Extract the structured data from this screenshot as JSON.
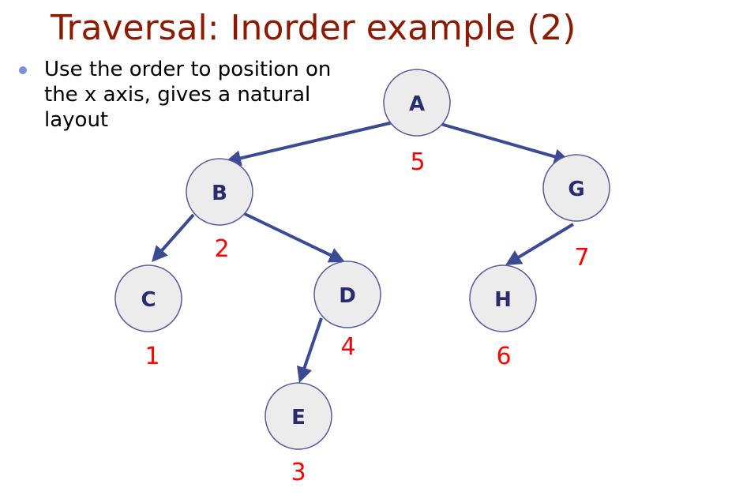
{
  "title": "Traversal: Inorder example (2)",
  "bullet": "Use the order to position on the x axis, gives a natural layout",
  "colors": {
    "title": "#8b1a00",
    "bullet_dot": "#7f8fe0",
    "edge": "#3c4a94",
    "order": "#ff0000",
    "node_fill": "#ececec",
    "node_label": "#2b2b6e"
  },
  "nodes": [
    {
      "id": "A",
      "label": "A",
      "order": "5"
    },
    {
      "id": "B",
      "label": "B",
      "order": "2"
    },
    {
      "id": "G",
      "label": "G",
      "order": "7"
    },
    {
      "id": "C",
      "label": "C",
      "order": "1"
    },
    {
      "id": "D",
      "label": "D",
      "order": "4"
    },
    {
      "id": "H",
      "label": "H",
      "order": "6"
    },
    {
      "id": "E",
      "label": "E",
      "order": "3"
    }
  ],
  "edges": [
    {
      "from": "A",
      "to": "B"
    },
    {
      "from": "A",
      "to": "G"
    },
    {
      "from": "B",
      "to": "C"
    },
    {
      "from": "B",
      "to": "D"
    },
    {
      "from": "G",
      "to": "H"
    },
    {
      "from": "D",
      "to": "E"
    }
  ]
}
